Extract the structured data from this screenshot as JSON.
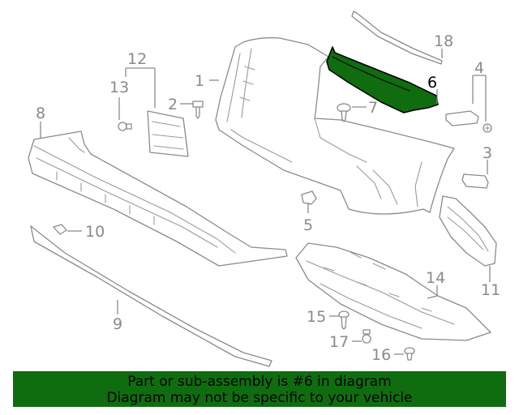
{
  "callouts": {
    "c1": "1",
    "c2": "2",
    "c3": "3",
    "c4": "4",
    "c5": "5",
    "c6": "6",
    "c7": "7",
    "c8": "8",
    "c9": "9",
    "c10": "10",
    "c11": "11",
    "c12": "12",
    "c13": "13",
    "c14": "14",
    "c15": "15",
    "c16": "16",
    "c17": "17",
    "c18": "18"
  },
  "highlight_part": "6",
  "colors": {
    "highlight": "#0f6d0f",
    "line": "#8a8a8a",
    "banner": "#0f6d0f"
  },
  "banner": {
    "line1": "Part or sub-assembly is #6 in diagram",
    "line2": "Diagram may not be specific to your vehicle"
  }
}
